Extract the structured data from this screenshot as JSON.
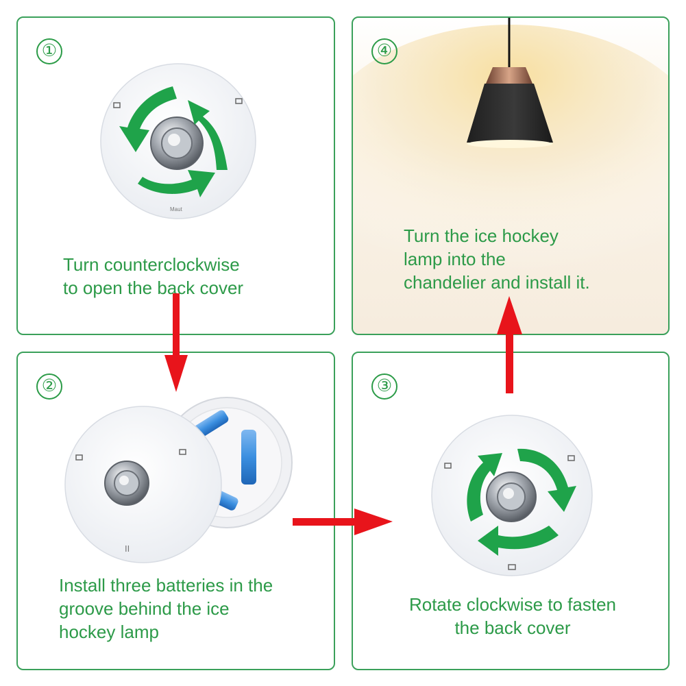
{
  "steps": [
    {
      "number": "①",
      "lines": [
        "Turn counterclockwise",
        "to open the back cover"
      ],
      "label_mark": "Maut"
    },
    {
      "number": "②",
      "lines": [
        "Install three batteries in the",
        "groove behind the ice",
        "hockey lamp"
      ],
      "label_mark": "II"
    },
    {
      "number": "③",
      "lines": [
        "Rotate clockwise to fasten",
        "the back cover"
      ]
    },
    {
      "number": "④",
      "lines": [
        "Turn the ice hockey",
        "lamp into the",
        "chandelier and install it."
      ]
    }
  ],
  "colors": {
    "panel_border": "#3aa05a",
    "caption_green": "#2c9a48",
    "rotation_arrow": "#1fa34a",
    "flow_arrow": "#e8141b",
    "battery_blue": "#3b8fe0",
    "lamp_shade": "#2b2b2b",
    "lamp_cap": "#a96e55",
    "warm_light": "#f7d99a"
  }
}
